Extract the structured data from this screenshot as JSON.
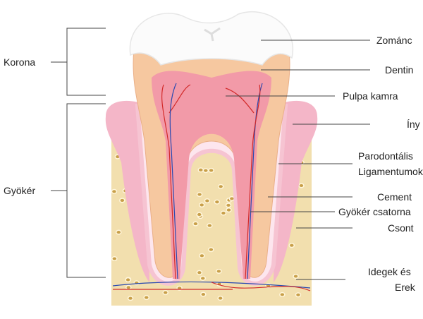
{
  "diagram": {
    "left_labels": {
      "crown": "Korona",
      "root": "Gyökér"
    },
    "right_labels": {
      "enamel": "Zománc",
      "dentin": "Dentin",
      "pulp_chamber": "Pulpa kamra",
      "gum": "Íny",
      "periodontal_1": "Parodontális",
      "periodontal_2": "Ligamentumok",
      "cementum": "Cement",
      "root_canal": "Gyökér csatorna",
      "bone": "Csont",
      "nerves_1": "Idegek és",
      "nerves_2": "Erek"
    },
    "colors": {
      "bone": "#f2dfae",
      "gum": "#f4b6c8",
      "dentin": "#f6c8a0",
      "pulp": "#f29aa8",
      "enamel": "#ffffff",
      "artery": "#d22a2a",
      "vein": "#2a4ab0"
    }
  }
}
